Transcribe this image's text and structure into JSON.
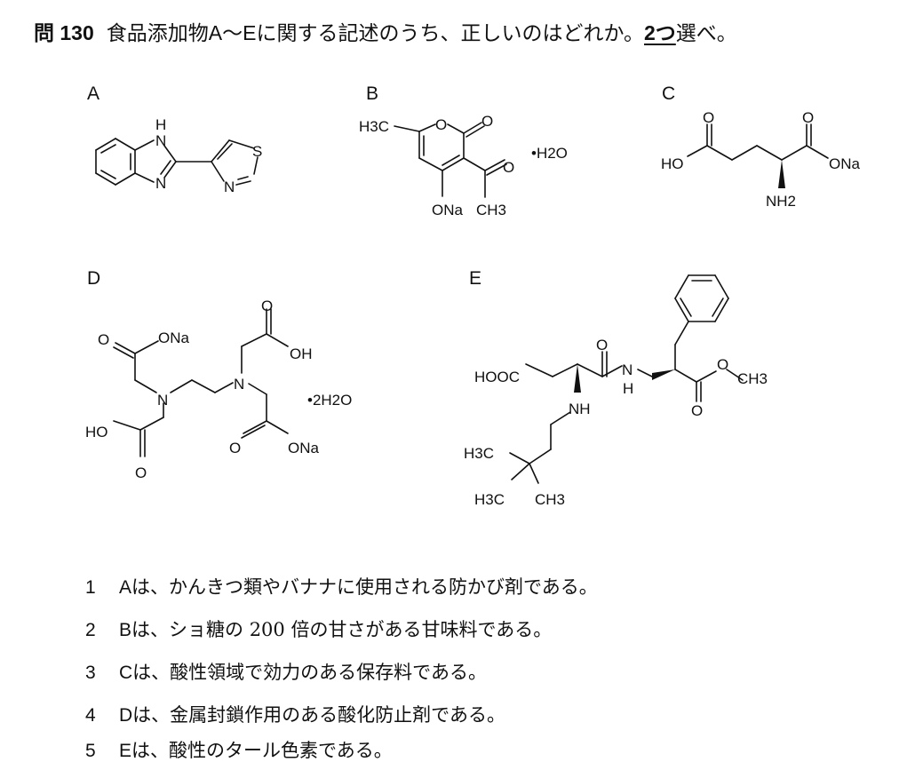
{
  "question": {
    "number": "問 130",
    "text_before": "食品添加物",
    "range": "A～E",
    "text_middle": "に関する記述のうち、正しいのはどれか。",
    "count": "2つ",
    "text_after": "選べ。"
  },
  "structures": {
    "A": {
      "letter": "A",
      "labels": {
        "nh": "H",
        "n1": "N",
        "n2": "N",
        "s": "S",
        "n3": "N"
      }
    },
    "B": {
      "letter": "B",
      "labels": {
        "h3c": "H3C",
        "o_ring": "O",
        "o_carbonyl": "O",
        "water": "•H2O",
        "o_acetyl": "O",
        "ona": "ONa",
        "ch3": "CH3"
      }
    },
    "C": {
      "letter": "C",
      "labels": {
        "o1": "O",
        "ho": "HO",
        "o2": "O",
        "ona": "ONa",
        "nh2": "NH2"
      }
    },
    "D": {
      "letter": "D",
      "labels": {
        "o1": "O",
        "ona1": "ONa",
        "o2": "O",
        "oh": "OH",
        "n1": "N",
        "n2": "N",
        "water": "•2H2O",
        "ho": "HO",
        "o3": "O",
        "ona2": "ONa",
        "o4": "O"
      }
    },
    "E": {
      "letter": "E",
      "labels": {
        "o1": "O",
        "hooc": "HOOC",
        "n_amide": "N",
        "h_amide": "H",
        "o_ester": "O",
        "ch3": "CH3",
        "o_carbonyl": "O",
        "nh": "NH",
        "h3c_1": "H3C",
        "h3c_2": "H3C",
        "ch3_2": "CH3"
      }
    }
  },
  "options": [
    {
      "num": "1",
      "letter": "A",
      "text": "は、かんきつ類やバナナに使用される防かび剤である。"
    },
    {
      "num": "2",
      "letter": "B",
      "text": "は、ショ糖の 200 倍の甘さがある甘味料である。"
    },
    {
      "num": "3",
      "letter": "C",
      "text": "は、酸性領域で効力のある保存料である。"
    },
    {
      "num": "4",
      "letter": "D",
      "text": "は、金属封鎖作用のある酸化防止剤である。"
    },
    {
      "num": "5",
      "letter": "E",
      "text": "は、酸性のタール色素である。"
    }
  ]
}
